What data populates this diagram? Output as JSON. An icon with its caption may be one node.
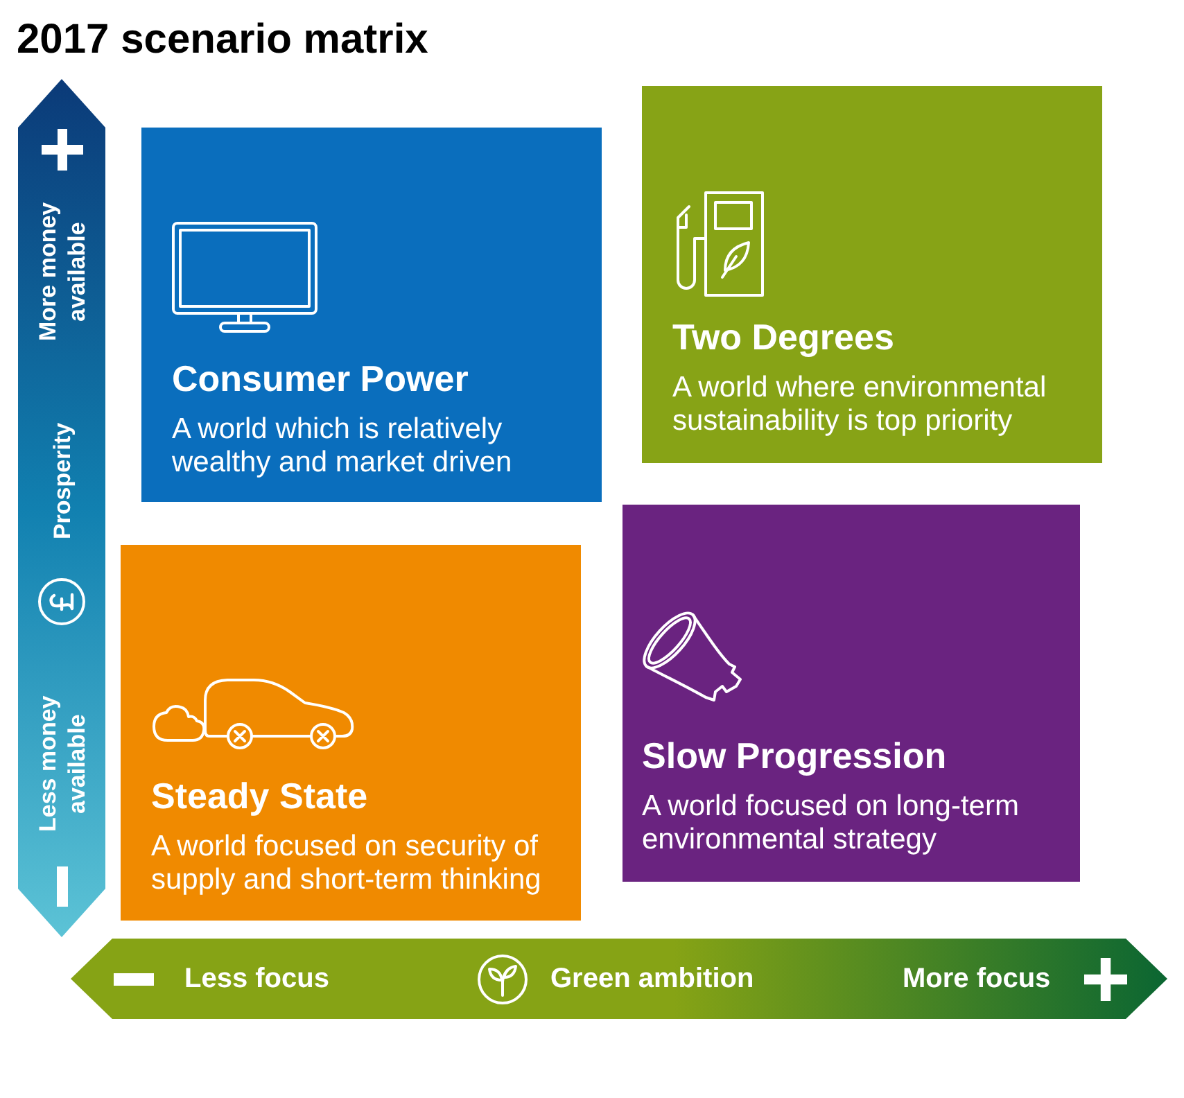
{
  "diagram": {
    "title": "2017 scenario matrix",
    "nodes": [
      {
        "text": [
          "More money available",
          "Prosperity",
          "Less money available"
        ]
      },
      {
        "text": [
          "Consumer Power",
          "A world which is relatively wealthy and market driven"
        ]
      },
      {
        "text": [
          "Two Degrees",
          "A world where environmental sustainability is top priority"
        ]
      },
      {
        "text": [
          "Steady State",
          "A world focused on security of supply and short-term thinking"
        ]
      },
      {
        "text": [
          "Slow Progression",
          "A world focused on long-term environmental strategy"
        ]
      },
      {
        "text": [
          "Less focus",
          "Green ambition",
          "More focus"
        ]
      }
    ]
  }
}
